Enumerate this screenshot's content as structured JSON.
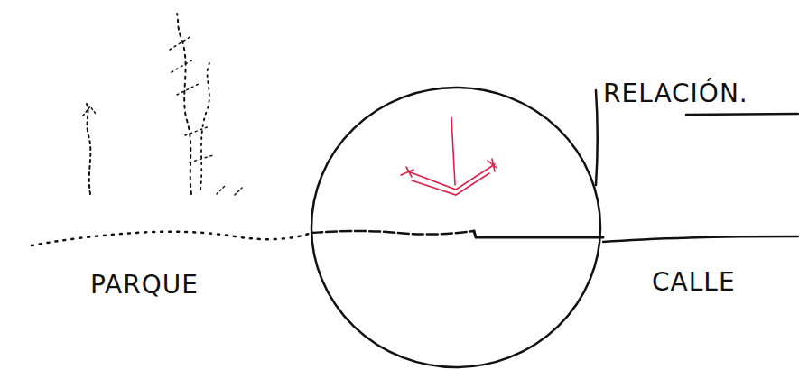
{
  "diagram": {
    "labels": [
      "RELACIÓN.",
      "PARQUE",
      "CALLE"
    ]
  }
}
